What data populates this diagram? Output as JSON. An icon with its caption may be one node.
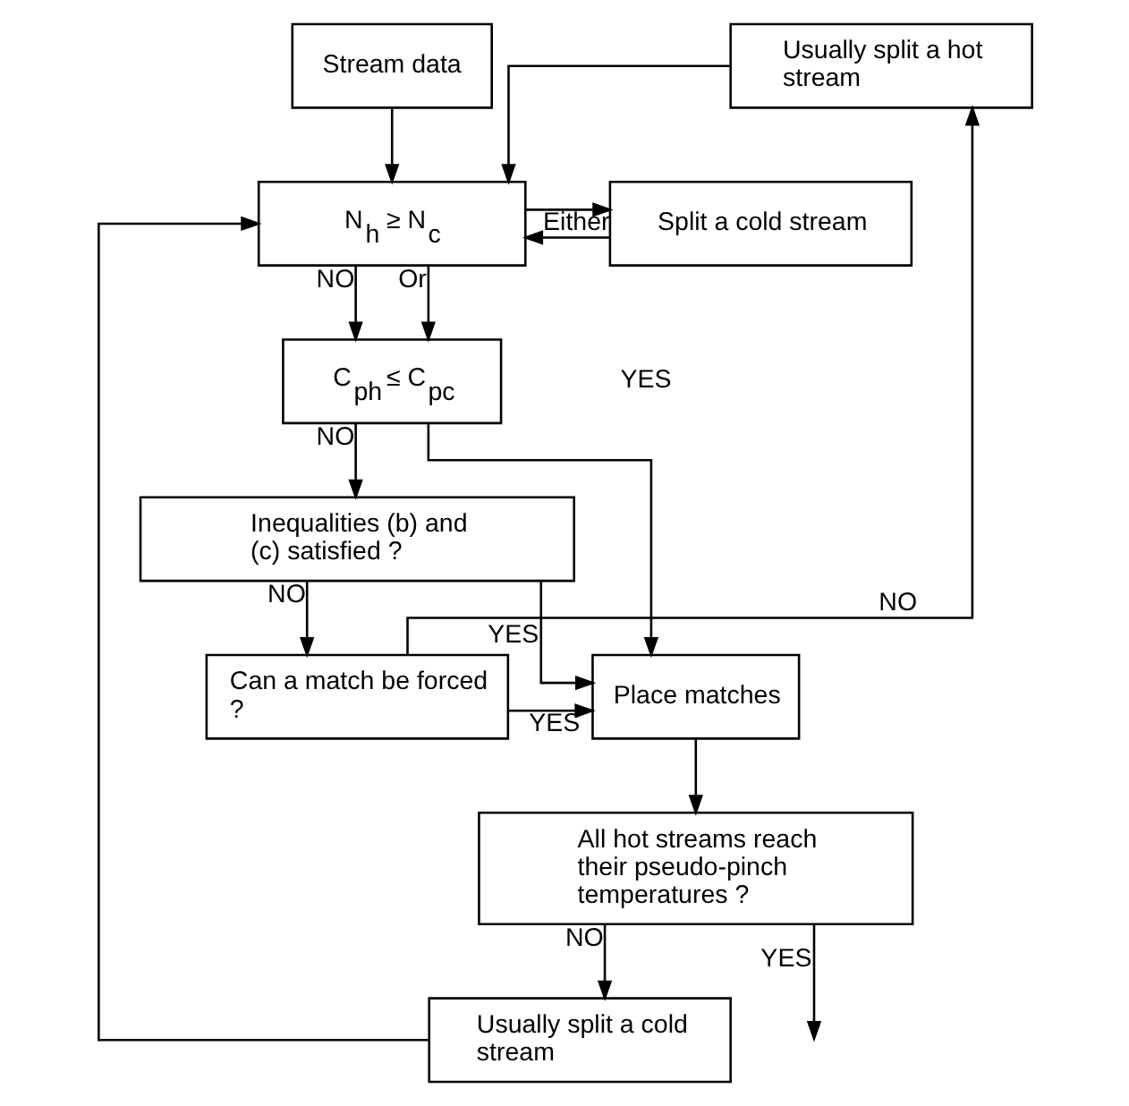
{
  "diagram": {
    "nodes": [
      {
        "text": [
          "Stream data"
        ]
      },
      {
        "text": [
          "N$_{h}$ ≥ N$_{c}$"
        ]
      },
      {
        "text": [
          "Split a cold stream"
        ]
      },
      {
        "text": [
          "C$_{ph}$ ≤ C$_{pc}$"
        ]
      },
      {
        "text": [
          "Usually split a hot stream"
        ]
      },
      {
        "text": [
          "Usually split a cold stream"
        ]
      },
      {
        "text": [
          "Inequalities (b) and (c) satisfied ?"
        ]
      },
      {
        "text": [
          "Place matches"
        ]
      },
      {
        "text": [
          "Can a match be forced ?"
        ]
      },
      {
        "text": [
          "All hot streams reach their pseudo-pinch temperatures ?"
        ]
      }
    ],
    "edges": [
      {
        "from": 0,
        "to": 1,
        "arrow": "to"
      },
      {
        "from": 1,
        "to": 3,
        "label": "NO",
        "arrow": "to"
      },
      {
        "from": 1,
        "to": 2,
        "label": "Either",
        "arrow": "to"
      },
      {
        "from": 1,
        "to": 3,
        "label": "Or",
        "arrow": "to"
      },
      {
        "from": 2,
        "to": 1,
        "arrow": "to"
      },
      {
        "from": 3,
        "to": 6,
        "label": "NO",
        "arrow": "to"
      },
      {
        "from": 3,
        "to": 7,
        "arrow": "to"
      },
      {
        "from": 6,
        "to": 7,
        "label": "YES",
        "arrow": "to"
      },
      {
        "from": 6,
        "to": 8,
        "label": "NO",
        "arrow": "to"
      },
      {
        "from": 8,
        "to": 7,
        "label": "YES",
        "arrow": "to"
      },
      {
        "from": 8,
        "to": 4,
        "label": "NO",
        "arrow": "to"
      },
      {
        "from": 4,
        "to": 1,
        "arrow": "to"
      },
      {
        "from": 7,
        "to": 9,
        "arrow": "to"
      },
      {
        "from": 9,
        "to": 5,
        "label": "NO",
        "arrow": "to"
      },
      {
        "from": 5,
        "to": 1,
        "arrow": "to"
      },
      {
        "from": 9,
        "to": null,
        "label": "YES",
        "arrow": "to"
      }
    ],
    "labels": [
      "YES"
    ]
  }
}
